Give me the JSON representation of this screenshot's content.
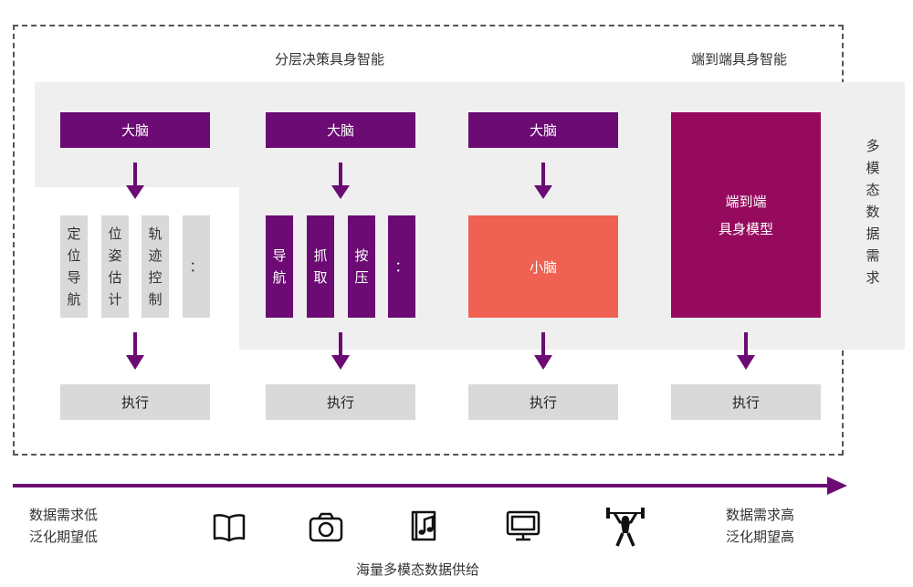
{
  "titles": {
    "hierarchical": "分层决策具身智能",
    "end_to_end": "端到端具身智能"
  },
  "columns": {
    "c1": {
      "brain": "大脑",
      "modules": [
        "定位导航",
        "位姿估计",
        "轨迹控制",
        "："
      ],
      "exec": "执行"
    },
    "c2": {
      "brain": "大脑",
      "modules": [
        "导航",
        "抓取",
        "按压",
        "："
      ],
      "exec": "执行"
    },
    "c3": {
      "brain": "大脑",
      "cerebellum": "小脑",
      "exec": "执行"
    },
    "c4": {
      "model_line1": "端到端",
      "model_line2": "具身模型",
      "exec": "执行"
    }
  },
  "side_label": [
    "多",
    "模",
    "态",
    "数",
    "据",
    "需",
    "求"
  ],
  "bottom": {
    "left_line1": "数据需求低",
    "left_line2": "泛化期望低",
    "right_line1": "数据需求高",
    "right_line2": "泛化期望高",
    "caption": "海量多模态数据供给",
    "icons": [
      "book-icon",
      "camera-icon",
      "music-note-icon",
      "monitor-icon",
      "weightlifter-icon"
    ]
  },
  "colors": {
    "purple": "#6b0b73",
    "magenta": "#960a5e",
    "coral": "#ef6150",
    "gray_box": "#d9d9d9",
    "gray_bg": "#efefef"
  }
}
